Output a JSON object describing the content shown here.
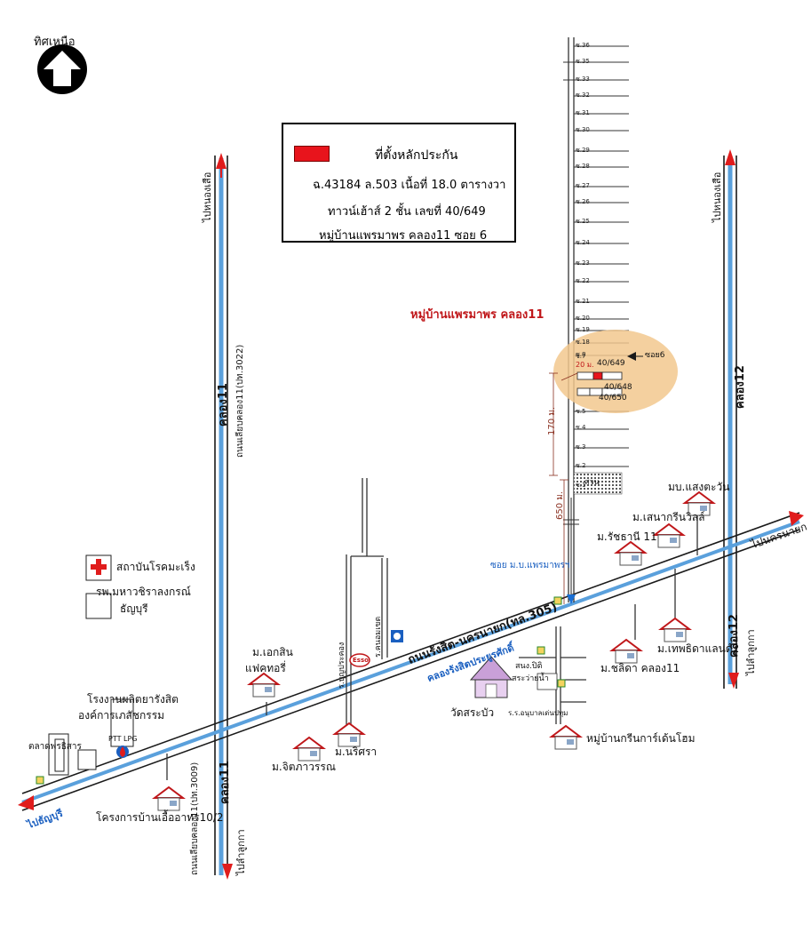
{
  "north": {
    "label": "ทิศเหนือ",
    "icon": "north-arrow-icon"
  },
  "legend": {
    "title": "ที่ตั้งหลักประกัน",
    "line2": "ฉ.43184   ล.503   เนื้อที่ 18.0 ตารางวา",
    "line3": "ทาวน์เฮ้าส์ 2 ชั้น   เลขที่   40/649",
    "line4": "หมู่บ้านแพรมาพร คลอง11    ซอย 6",
    "swatch_color": "#e8141c"
  },
  "village_title": "หมู่บ้านแพรมาพร คลอง11",
  "soi_labels": [
    "ซ.36",
    "ซ.35",
    "ซ.33",
    "ซ.32",
    "ซ.31",
    "ซ.30",
    "ซ.29",
    "ซ.28",
    "ซ.27",
    "ซ.26",
    "ซ.25",
    "ซ.24",
    "ซ.23",
    "ซ.22",
    "ซ.21",
    "ซ.20",
    "ซ.19",
    "ซ.18",
    "ซ.8",
    "ซ.7",
    "ซ.5",
    "ซ.4",
    "ซ.3",
    "ซ.2",
    "ซ.1"
  ],
  "plot": {
    "soi6": "ซอย6",
    "width": "20 ม.",
    "house_649": "40/649",
    "house_648": "40/648",
    "house_650": "40/650",
    "dist_170": "170 ม.",
    "dist_650": "650 ม.",
    "park": "สวน"
  },
  "roads": {
    "main_road": "ถนนรังสิต-นครนายก(ทล.305)",
    "canal": "คลองรังสิตประยูรศักดิ์",
    "to_nakhon_nayok": "ไปนครนายก",
    "to_thanyaburi": "ไปธัญบุรี",
    "khlong11": "คลอง11",
    "khlong11_bottom": "คลอง11",
    "khlong12": "คลอง12",
    "khlong12_bottom": "คลอง12",
    "road_3022": "ถนนเลียบคลอง11(ปท.3022)",
    "road_3009": "ถนนเลียบคลอง11(ปท.3009)",
    "to_nong_suea_left": "ไปหนองเสือ",
    "to_nong_suea_right": "ไปหนองเสือ",
    "to_lam_luk_ka_left": "ไปลำลูกกา",
    "to_lam_luk_ka_right": "ไปลำลูกกา",
    "soi_praemaporn": "ซอย ม.บ.แพรมาพรฯ",
    "rang_boonprakong": "ร.บุญประคอง",
    "rang_nonkhet": "ร.คนอมเขต"
  },
  "places": {
    "rehab": "สถาบันโรคมะเร็ง",
    "hospital_1": "รพ.มหาวชิราลงกรณ์",
    "hospital_2": "ธัญบุรี",
    "factory_1": "โรงงานผลิตยารังสิต",
    "factory_2": "องค์การเภสัชกรรม",
    "market": "ตลาดพรธิสาร",
    "ptt": "PTT LPG",
    "ekasin_1": "ม.เอกสิน",
    "ekasin_2": "แฟคทอรี่",
    "chitpawan": "ม.จิตภาวรรณ",
    "narisra": "ม.นริศรา",
    "housing_102": "โครงการบ้านเอื้ออาทร10/2",
    "wat": "วัดสระบัว",
    "police_1": "สนง.ปิติ",
    "police_2": "สระว่ายน้ำ",
    "school": "ร.ร.อนุบาลเด่นปทุม",
    "greengarden": "หมู่บ้านกรีนการ์เด้นโฮม",
    "sangtawan": "มบ.แสงตะวัน",
    "senagreen": "ม.เสนากรีนวิลล์",
    "ratchathani": "ม.รัชธานี 11",
    "thepthida": "ม.เทพธิดาแลนด์2",
    "chalida": "ม.ชลิดา คลอง11",
    "esso": "Esso"
  },
  "colors": {
    "canal": "#5aa0dc",
    "road": "#1a1a1a",
    "arrow": "#e01c1c",
    "highlight": "#f2c88e",
    "house": "#c0171a",
    "plot": "#e8141c"
  }
}
